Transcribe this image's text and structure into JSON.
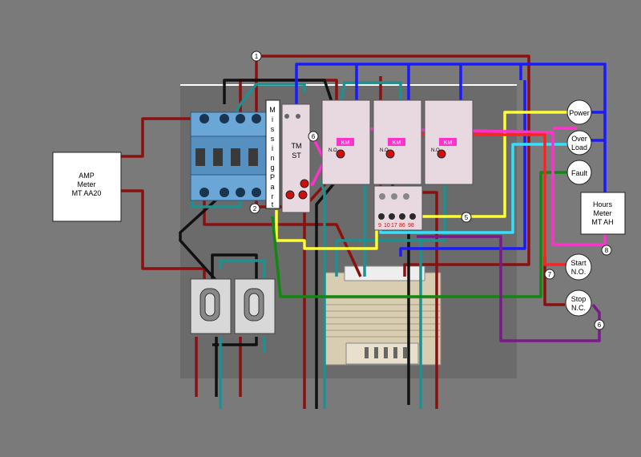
{
  "amp_meter": {
    "line1": "AMP",
    "line2": "Meter",
    "line3": "MT AA20"
  },
  "missing_part": {
    "letters": [
      "M",
      "i",
      "s",
      "s",
      "i",
      "n",
      "g",
      "P",
      "a",
      "r",
      "t"
    ]
  },
  "tmst": {
    "line1": "TM",
    "line2": "ST"
  },
  "contactor_label": "KM",
  "contactor_sub": "N.O.",
  "pilots": {
    "power": "Power",
    "overload_1": "Over",
    "overload_2": "Load",
    "fault": "Fault",
    "start_1": "Start",
    "start_2": "N.O.",
    "stop_1": "Stop",
    "stop_2": "N.C."
  },
  "hours_meter": {
    "line1": "Hours",
    "line2": "Meter",
    "line3": "MT AH"
  },
  "terminal_numbers": [
    "9",
    "10",
    "17",
    "86",
    "98"
  ],
  "markers": {
    "m1": "1",
    "m2": "2",
    "m5": "5",
    "m6a": "6",
    "m6b": "6",
    "m7": "7",
    "m8": "8"
  },
  "colors": {
    "background": "#7a7a7a",
    "panel": "#6e6e6e",
    "wire_red": "#8b1010",
    "wire_black": "#111111",
    "wire_teal": "#1f8f8f",
    "wire_blue": "#1a1aff",
    "wire_yellow": "#ffff33",
    "wire_cyan": "#33e0ff",
    "wire_green": "#118811",
    "wire_magenta": "#ff33cc",
    "wire_purple": "#7a1a8a",
    "wire_bright_red": "#ff2222",
    "breaker_blue": "#6aa6d6",
    "contactor_pink": "#e8d8e0"
  }
}
